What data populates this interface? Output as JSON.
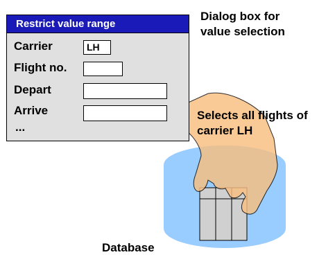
{
  "dialog": {
    "title": "Restrict value range",
    "fields": [
      {
        "label": "Carrier",
        "value": "LH"
      },
      {
        "label": "Flight no.",
        "value": ""
      },
      {
        "label": "Depart",
        "value": ""
      },
      {
        "label": "Arrive",
        "value": ""
      }
    ],
    "ellipsis": "..."
  },
  "captions": {
    "dialog_line1": "Dialog box for",
    "dialog_line2": "value selection",
    "selects_line1": "Selects all flights of",
    "selects_line2": "carrier LH",
    "database": "Database"
  },
  "colors": {
    "title_bar": "#1a1ab8",
    "dialog_bg": "#e0e0e0",
    "database": "#99ccff",
    "hand": "#f9bf80",
    "table": "#d0d0d0"
  },
  "icons": {
    "database": "database-cylinder-icon",
    "hand": "pointing-hand-icon"
  }
}
